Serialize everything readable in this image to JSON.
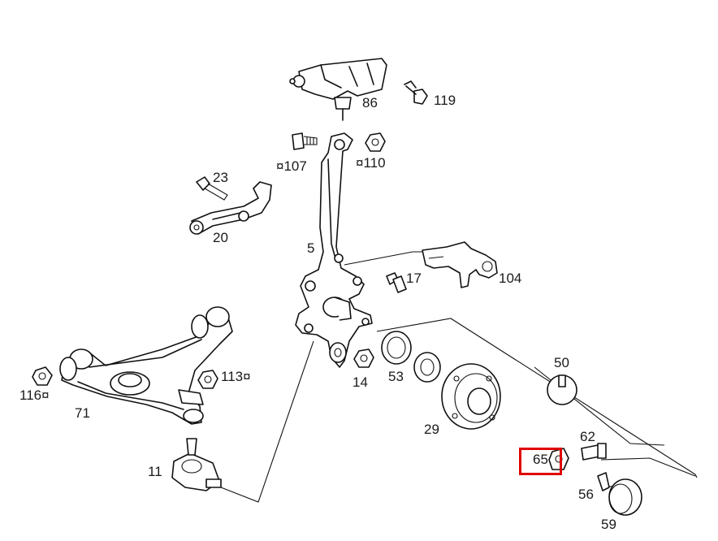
{
  "parts": [
    {
      "id": "p86",
      "label": "86"
    },
    {
      "id": "p119",
      "label": "119"
    },
    {
      "id": "p107",
      "label": "¤107"
    },
    {
      "id": "p110",
      "label": "¤110"
    },
    {
      "id": "p23",
      "label": "23"
    },
    {
      "id": "p20",
      "label": "20"
    },
    {
      "id": "p5",
      "label": "5"
    },
    {
      "id": "p17",
      "label": "17"
    },
    {
      "id": "p104",
      "label": "104"
    },
    {
      "id": "p50",
      "label": "50"
    },
    {
      "id": "p113",
      "label": "113¤"
    },
    {
      "id": "p116",
      "label": "116¤"
    },
    {
      "id": "p71",
      "label": "71"
    },
    {
      "id": "p14",
      "label": "14"
    },
    {
      "id": "p53",
      "label": "53"
    },
    {
      "id": "p29",
      "label": "29"
    },
    {
      "id": "p62",
      "label": "62"
    },
    {
      "id": "p65",
      "label": "65"
    },
    {
      "id": "p11",
      "label": "11"
    },
    {
      "id": "p56",
      "label": "56"
    },
    {
      "id": "p59",
      "label": "59"
    }
  ],
  "highlight": {
    "part": "65",
    "color": "#e00000"
  }
}
